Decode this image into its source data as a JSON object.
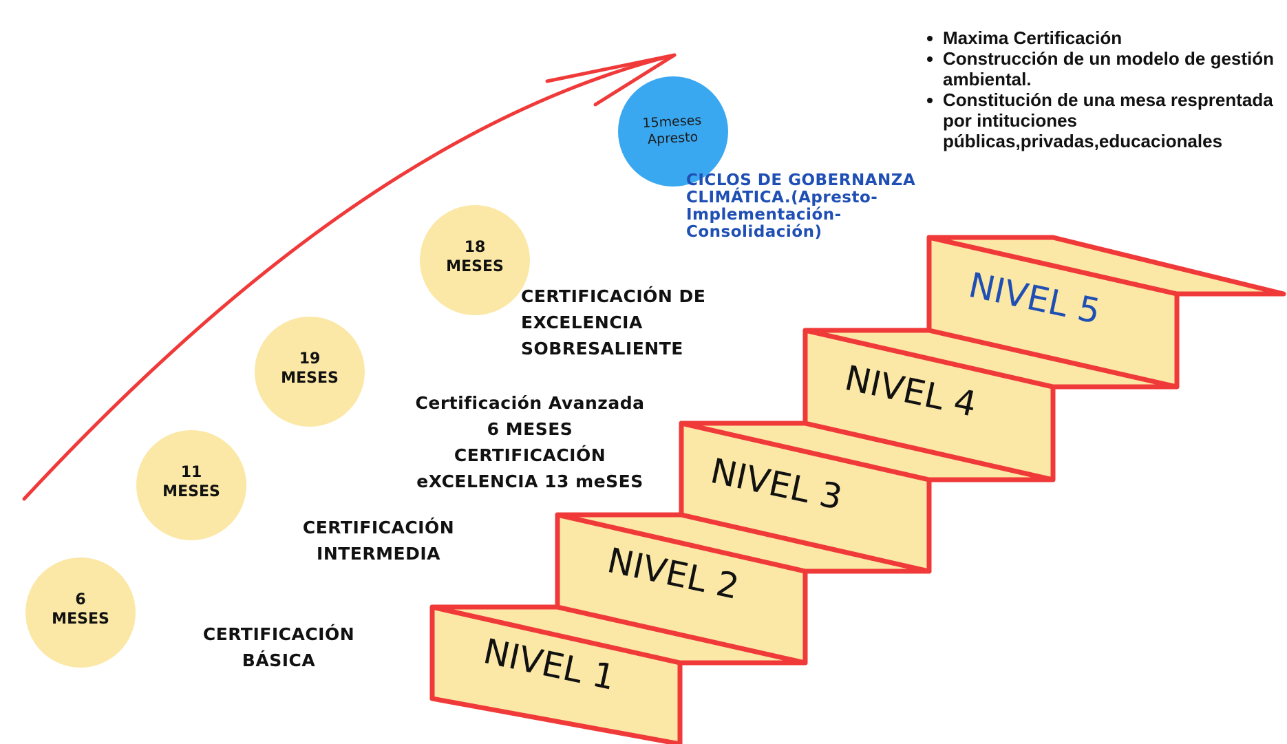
{
  "bullets": [
    "Maxima Certificación",
    "Construcción de un modelo de gestión ambiental.",
    "Constitución de una mesa resprentada por intituciones públicas,privadas,educacionales"
  ],
  "gov_title": "CICLOS DE GOBERNANZA CLIMÁTICA.(Apresto-Implementación-Consolidación)",
  "apresto": {
    "line1": "15meses",
    "line2": "Apresto"
  },
  "months": [
    {
      "number": "6",
      "unit": "MESES"
    },
    {
      "number": "11",
      "unit": "MESES"
    },
    {
      "number": "19",
      "unit": "MESES"
    },
    {
      "number": "18",
      "unit": "MESES"
    }
  ],
  "certs": {
    "basica": {
      "line1": "CERTIFICACIÓN",
      "line2": "BÁSICA"
    },
    "intermedia": {
      "line1": "CERTIFICACIÓN",
      "line2": "INTERMEDIA"
    },
    "avanzada": {
      "line1": "Certificación Avanzada",
      "line2": "6 MESES",
      "line3": "CERTIFICACIÓN",
      "line4": "eXCELENCIA 13 meSES"
    },
    "excelencia": {
      "line1": "CERTIFICACIÓN DE",
      "line2": "EXCELENCIA",
      "line3": "SOBRESALIENTE"
    }
  },
  "levels": [
    "NIVEL 1",
    "NIVEL 2",
    "NIVEL 3",
    "NIVEL 4",
    "NIVEL 5"
  ],
  "colors": {
    "stair_fill": "#fbe8a6",
    "stair_stroke": "#f03a3a",
    "arrow": "#f03a3a",
    "month_circle": "#fbe8a6",
    "apresto_circle": "#3aa8f0",
    "gov_title": "#1f4fb4"
  }
}
